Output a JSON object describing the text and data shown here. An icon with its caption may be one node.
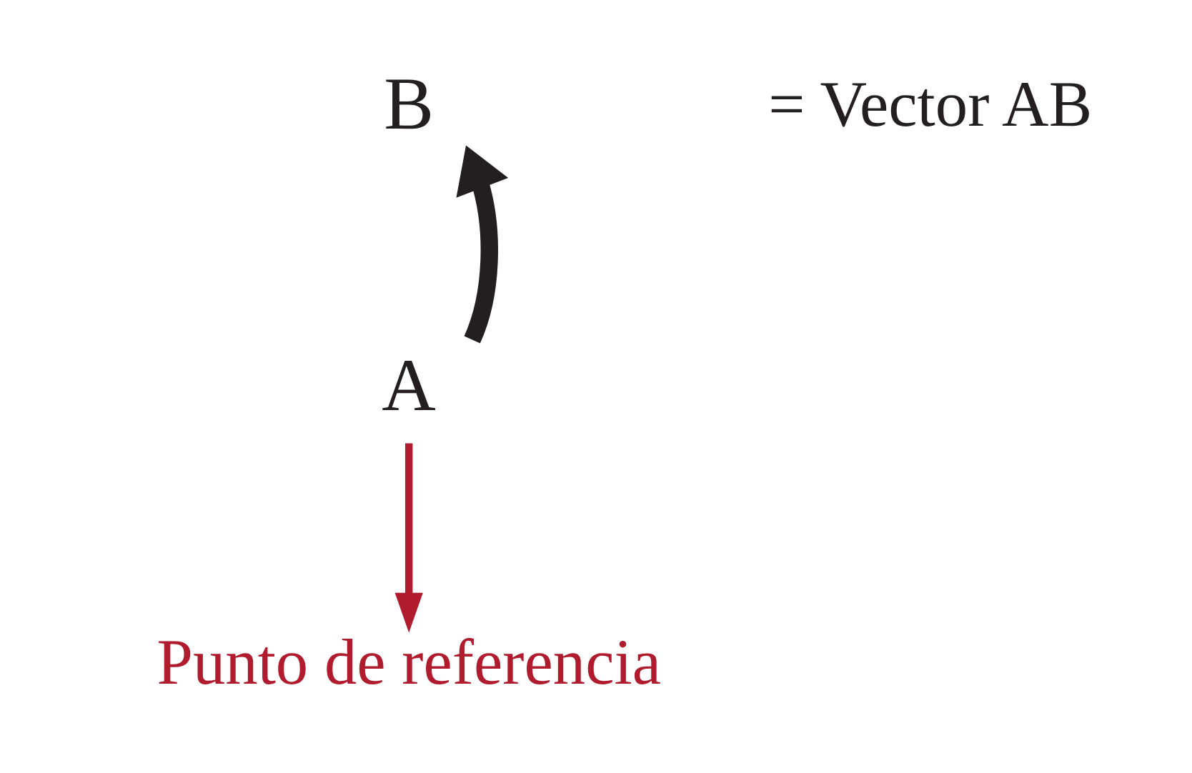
{
  "diagram": {
    "nodes": [
      {
        "text": [
          "A"
        ]
      },
      {
        "text": [
          "B"
        ]
      },
      {
        "text": [
          "Punto de referencia"
        ]
      }
    ],
    "edges": [
      {
        "from": 0,
        "to": 1,
        "arrow": "to",
        "style": "thick"
      },
      {
        "from": 0,
        "to": 2,
        "arrow": "to",
        "color": "#b01c2e"
      }
    ],
    "labels": [
      "= Vector AB"
    ]
  }
}
